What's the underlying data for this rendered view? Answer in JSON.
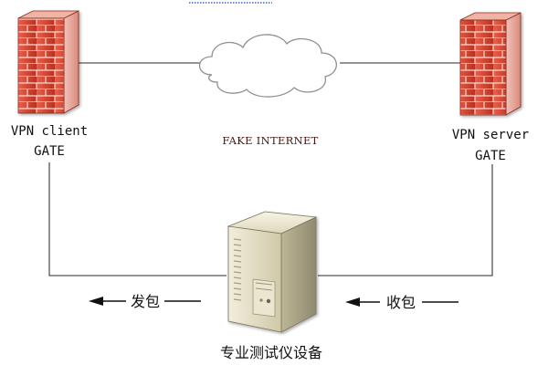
{
  "diagram": {
    "client": {
      "line1": "VPN client",
      "line2": "GATE",
      "icon": "firewall-icon"
    },
    "server": {
      "line1": "VPN server",
      "line2": "GATE",
      "icon": "firewall-icon"
    },
    "internet": {
      "label": "FAKE INTERNET",
      "icon": "cloud-icon"
    },
    "tester": {
      "label": "专业测试仪设备",
      "icon": "server-tower-icon"
    },
    "send": {
      "label": "发包"
    },
    "receive": {
      "label": "收包"
    }
  },
  "colors": {
    "firewall_brick": "#c8422f",
    "firewall_side": "#e7a79a",
    "cloud_outline": "#8f8f8f",
    "server_body": "#d9d4b8",
    "lines": "#555555",
    "top_dotted_line": "#3d63d8"
  }
}
